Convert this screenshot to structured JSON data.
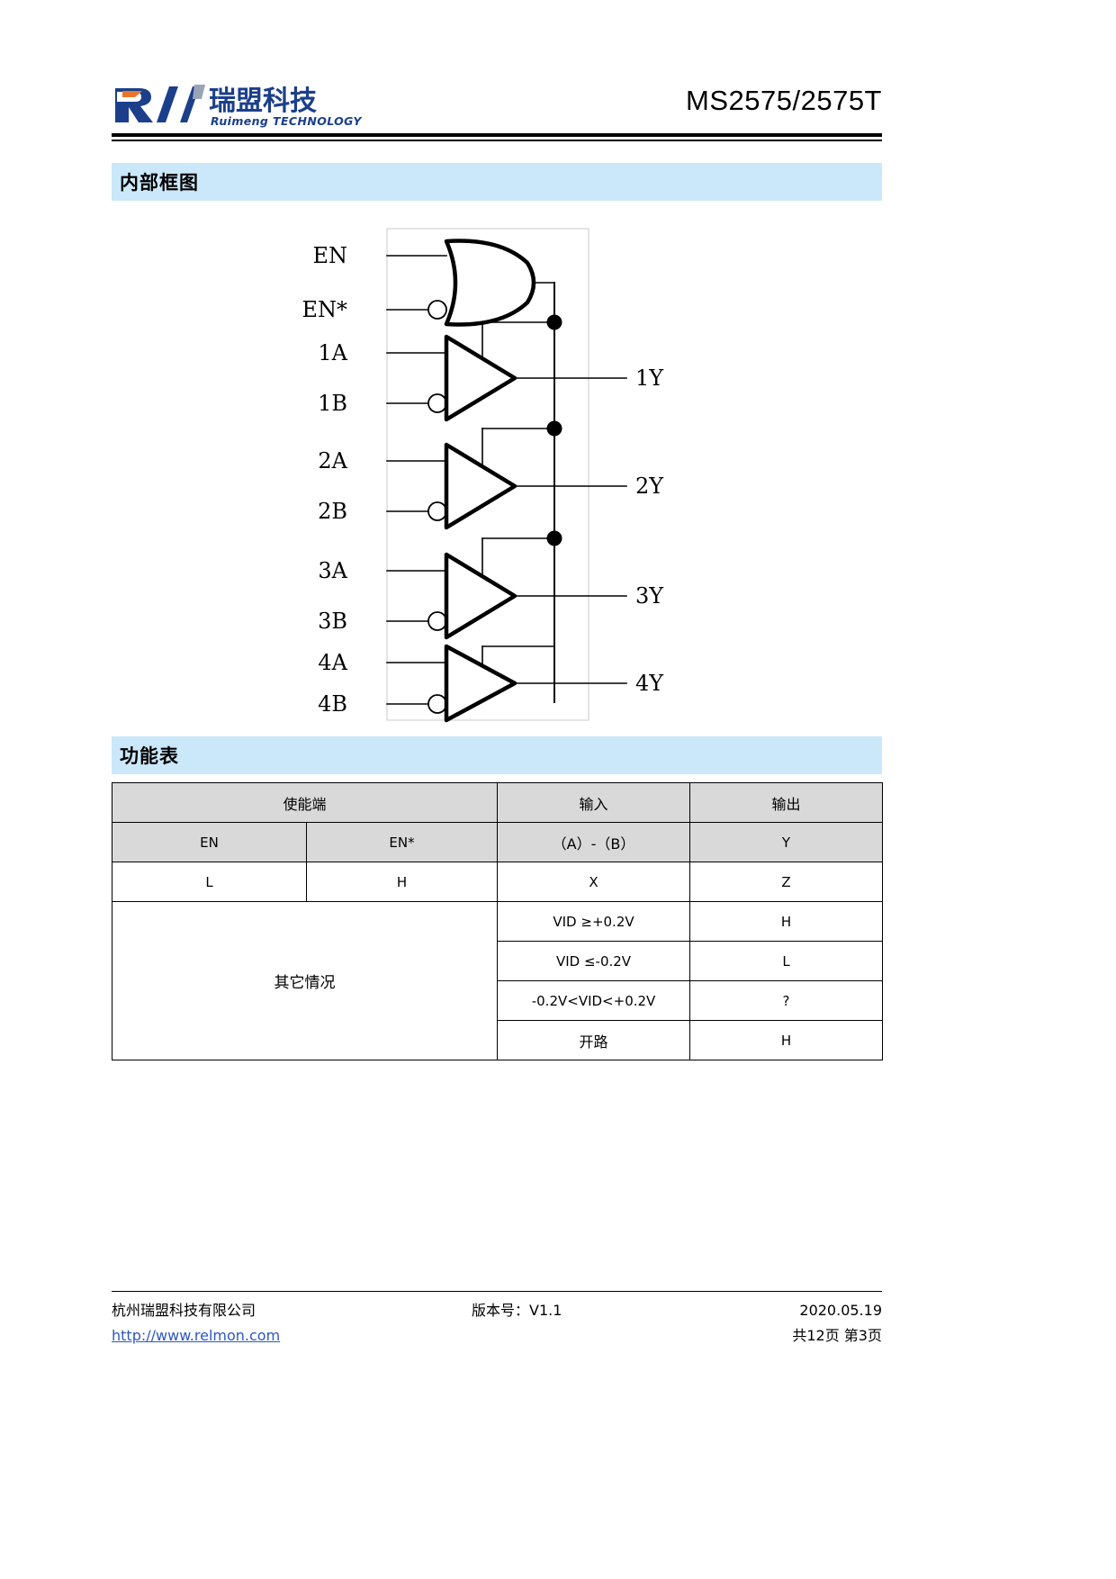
{
  "header": {
    "logo_cn": "瑞盟科技",
    "logo_en": "Ruimeng TECHNOLOGY",
    "doc_title": "MS2575/2575T"
  },
  "sections": {
    "block_diagram_heading": "内部框图",
    "function_table_heading": "功能表"
  },
  "block_diagram": {
    "enable_inputs": [
      "EN",
      "EN*"
    ],
    "channel_inputs": [
      "1A",
      "1B",
      "2A",
      "2B",
      "3A",
      "3B",
      "4A",
      "4B"
    ],
    "outputs": [
      "1Y",
      "2Y",
      "3Y",
      "4Y"
    ],
    "gates": {
      "or_gate": "OR",
      "buffer_count": 4,
      "inverting_bubble_inputs": [
        "EN*",
        "1B",
        "2B",
        "3B",
        "4B"
      ]
    }
  },
  "function_table": {
    "group_headers": {
      "enable": "使能端",
      "input": "输入",
      "output": "输出"
    },
    "sub_headers": [
      "EN",
      "EN*",
      "（A）-（B）",
      "Y"
    ],
    "rows": [
      {
        "en": "L",
        "enb": "H",
        "input": "X",
        "output": "Z"
      },
      {
        "other": "其它情况",
        "input": "VID ≥+0.2V",
        "output": "H"
      },
      {
        "input": "VID ≤-0.2V",
        "output": "L"
      },
      {
        "input": "-0.2V<VID<+0.2V",
        "output": "?"
      },
      {
        "input": "开路",
        "output": "H"
      }
    ],
    "other_condition_label": "其它情况"
  },
  "footer": {
    "company": "杭州瑞盟科技有限公司",
    "website": "http://www.relmon.com",
    "version": "版本号：V1.1",
    "date": "2020.05.19",
    "pages": "共12页 第3页"
  },
  "colors": {
    "band": "#cbe8fa",
    "table_header": "#d9d9d9",
    "link": "#2b57c6",
    "logo_blue": "#1b3f8b",
    "logo_orange": "#e8762c"
  }
}
